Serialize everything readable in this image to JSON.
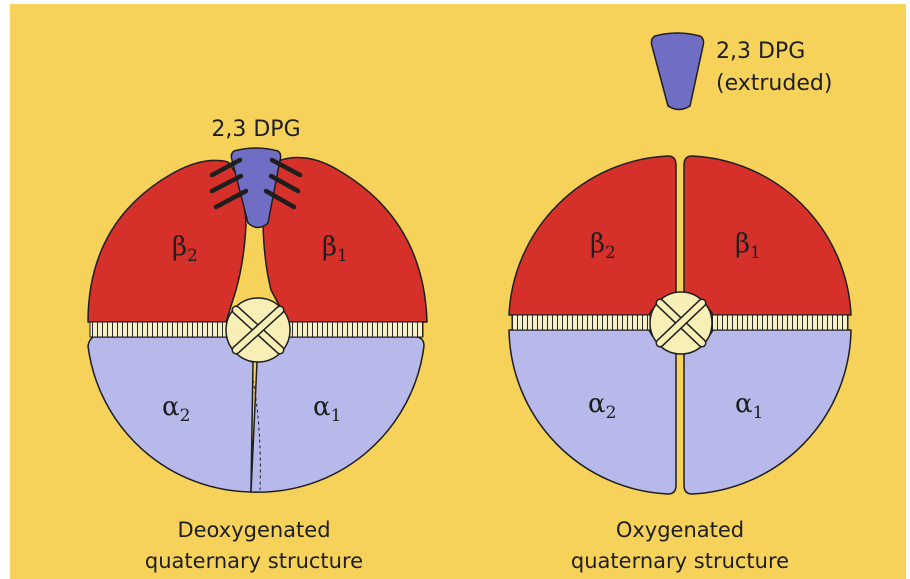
{
  "colors": {
    "background": "#f6d25b",
    "beta_subunit": "#d5302a",
    "alpha_subunit": "#b6b9ea",
    "dpg": "#6f6ec4",
    "central_cavity": "#f7efb5",
    "outline": "#1e1e1e"
  },
  "deoxy": {
    "dpg_label": "2,3 DPG",
    "beta2": {
      "letter": "β",
      "sub": "2"
    },
    "beta1": {
      "letter": "β",
      "sub": "1"
    },
    "alpha2": {
      "letter": "α",
      "sub": "2"
    },
    "alpha1": {
      "letter": "α",
      "sub": "1"
    },
    "caption_line1": "Deoxygenated",
    "caption_line2": "quaternary structure"
  },
  "oxy": {
    "dpg_label_line1": "2,3 DPG",
    "dpg_label_line2": "(extruded)",
    "beta2": {
      "letter": "β",
      "sub": "2"
    },
    "beta1": {
      "letter": "β",
      "sub": "1"
    },
    "alpha2": {
      "letter": "α",
      "sub": "2"
    },
    "alpha1": {
      "letter": "α",
      "sub": "1"
    },
    "caption_line1": "Oxygenated",
    "caption_line2": "quaternary structure"
  }
}
